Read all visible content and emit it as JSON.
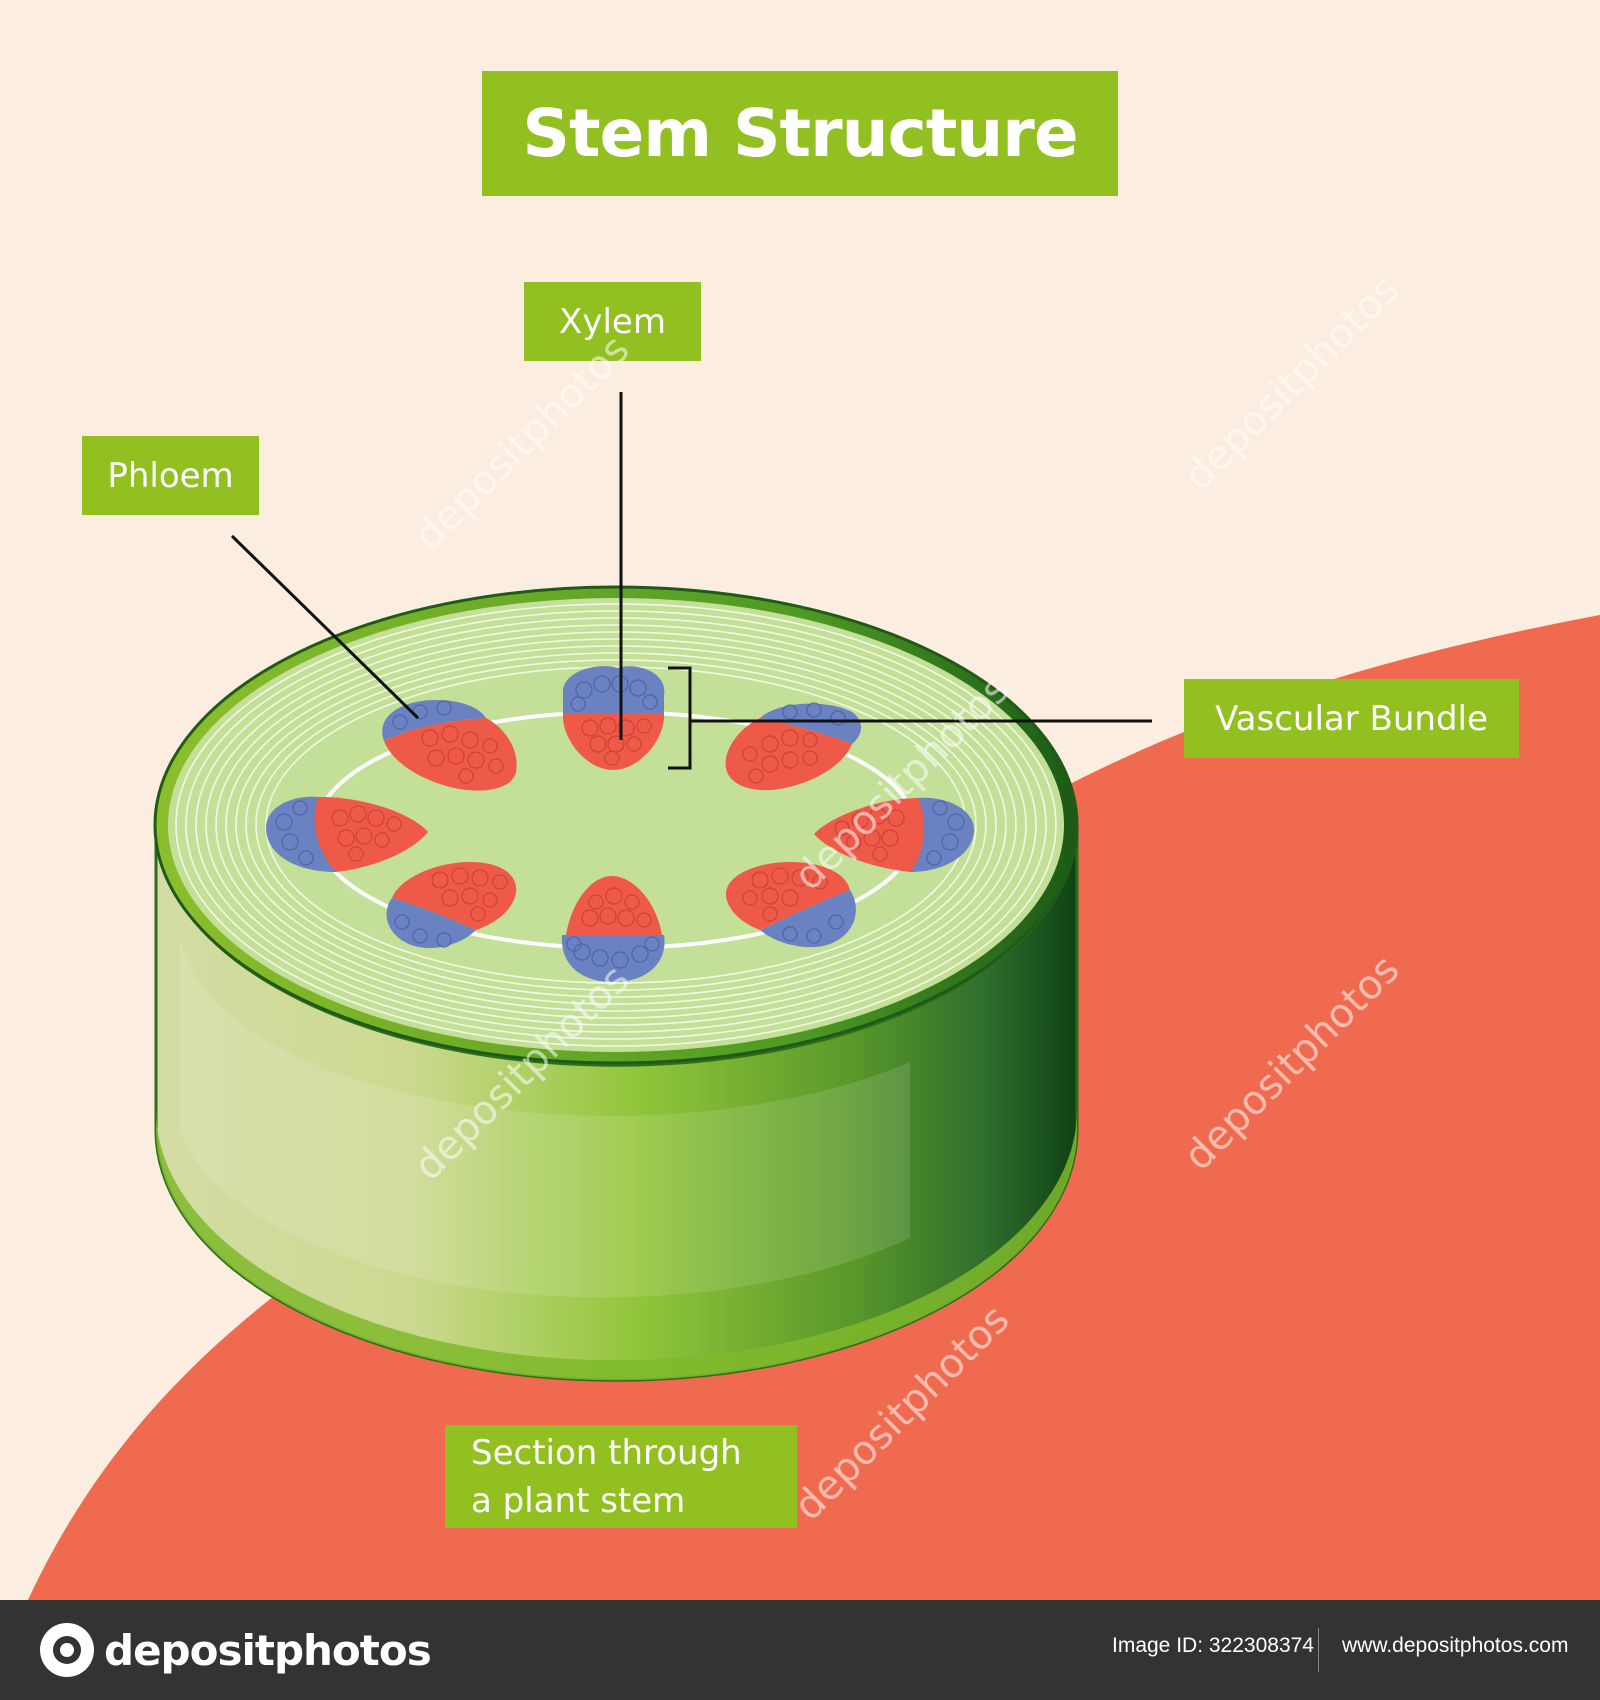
{
  "title": "Stem Structure",
  "labels": {
    "xylem": "Xylem",
    "phloem": "Phloem",
    "vascular_bundle": "Vascular Bundle",
    "section_line1": "Section through",
    "section_line2": "a plant stem"
  },
  "footer": {
    "brand": "depositphotos",
    "image_id": "Image ID: 322308374",
    "url": "www.depositphotos.com"
  },
  "watermark": "depositphotos",
  "colors": {
    "background": "#fbeee0",
    "accent_shape": "#ef6a4f",
    "label_green": "#92c020",
    "stem_dark": "#2d8a1c",
    "stem_top": "#c8e0a0",
    "xylem_red": "#ef5a48",
    "phloem_blue": "#6a82c2",
    "footer": "#333333"
  }
}
